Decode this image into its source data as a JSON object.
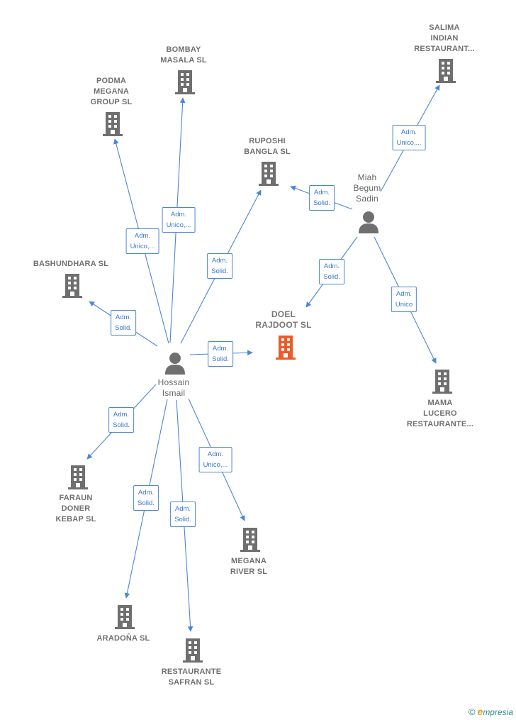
{
  "colors": {
    "edge": "#4a86d6",
    "building": "#6f6f6f",
    "building_main": "#f05a28",
    "person": "#6f6f6f"
  },
  "nodes": {
    "bombay": {
      "lines": [
        "BOMBAY",
        "MASALA  SL"
      ]
    },
    "podma": {
      "lines": [
        "PODMA",
        "MEGANA",
        "GROUP  SL"
      ]
    },
    "salima": {
      "lines": [
        "SALIMA",
        "INDIAN",
        "RESTAURANT..."
      ]
    },
    "ruposhi": {
      "lines": [
        "RUPOSHI",
        "BANGLA  SL"
      ]
    },
    "miah": {
      "lines": [
        "Miah",
        "Begum",
        "Sadin"
      ]
    },
    "bashundhara": {
      "lines": [
        "BASHUNDHARA SL"
      ]
    },
    "doel": {
      "lines": [
        "DOEL",
        "RAJDOOT  SL"
      ]
    },
    "hossain": {
      "lines": [
        "Hossain",
        "Ismail"
      ]
    },
    "mama": {
      "lines": [
        "MAMA",
        "LUCERO",
        "RESTAURANTE..."
      ]
    },
    "faraun": {
      "lines": [
        "FARAUN",
        "DONER",
        "KEBAP SL"
      ]
    },
    "megana_river": {
      "lines": [
        "MEGANA",
        "RIVER  SL"
      ]
    },
    "aradona": {
      "lines": [
        "ARADOÑA  SL"
      ]
    },
    "safran": {
      "lines": [
        "RESTAURANTE",
        "SAFRAN SL"
      ]
    }
  },
  "edges": {
    "hossain_bombay": [
      "Adm.",
      "Unico,..."
    ],
    "hossain_podma": [
      "Adm.",
      "Unico,..."
    ],
    "hossain_ruposhi": [
      "Adm.",
      "Solid."
    ],
    "hossain_bashundhara": [
      "Adm.",
      "Solid."
    ],
    "hossain_doel": [
      "Adm.",
      "Solid."
    ],
    "hossain_faraun": [
      "Adm.",
      "Solid."
    ],
    "hossain_aradona": [
      "Adm.",
      "Solid."
    ],
    "hossain_safran": [
      "Adm.",
      "Solid."
    ],
    "hossain_megana_river": [
      "Adm.",
      "Unico,..."
    ],
    "miah_salima": [
      "Adm.",
      "Unico,..."
    ],
    "miah_ruposhi": [
      "Adm.",
      "Solid."
    ],
    "miah_doel": [
      "Adm.",
      "Solid."
    ],
    "miah_mama": [
      "Adm.",
      "Unico"
    ]
  },
  "brand": {
    "copyright": "©",
    "initial": "e",
    "name": "mpresia"
  }
}
